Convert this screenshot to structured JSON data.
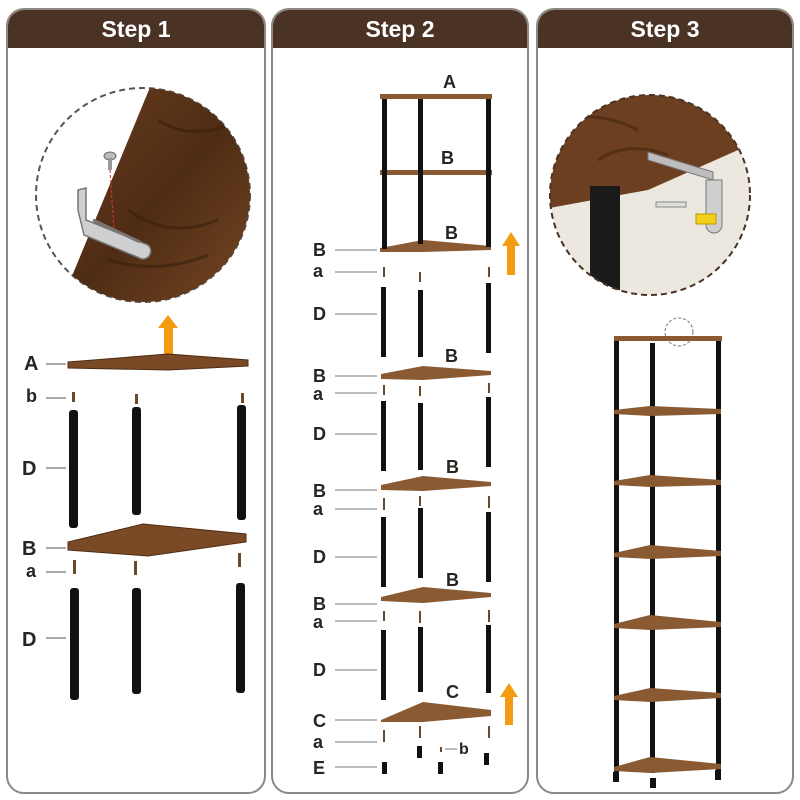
{
  "steps": [
    {
      "title": "Step 1"
    },
    {
      "title": "Step 2"
    },
    {
      "title": "Step 3"
    }
  ],
  "step1": {
    "labels": {
      "A": "A",
      "b": "b",
      "D": "D",
      "B": "B",
      "a": "a",
      "D2": "D"
    }
  },
  "step2": {
    "labels": {
      "A_top": "A",
      "B_1": "B",
      "B_2": "B",
      "B_side1": "B",
      "a_side1": "a",
      "D_side1": "D",
      "B_3": "B",
      "B_side2": "B",
      "a_side2": "a",
      "D_side2": "D",
      "B_4": "B",
      "B_side3": "B",
      "a_side3": "a",
      "D_side3": "D",
      "B_5": "B",
      "B_side4": "B",
      "a_side4": "a",
      "D_side4": "D",
      "C_top": "C",
      "C_side": "C",
      "a_side5": "a",
      "b_side": "b",
      "E_side": "E"
    }
  },
  "colors": {
    "header_bg": "#4a3325",
    "wood": "#7a4a26",
    "wood_dark": "#5a3418",
    "pole": "#111111",
    "arrow": "#f39c12",
    "border": "#8d8884"
  }
}
